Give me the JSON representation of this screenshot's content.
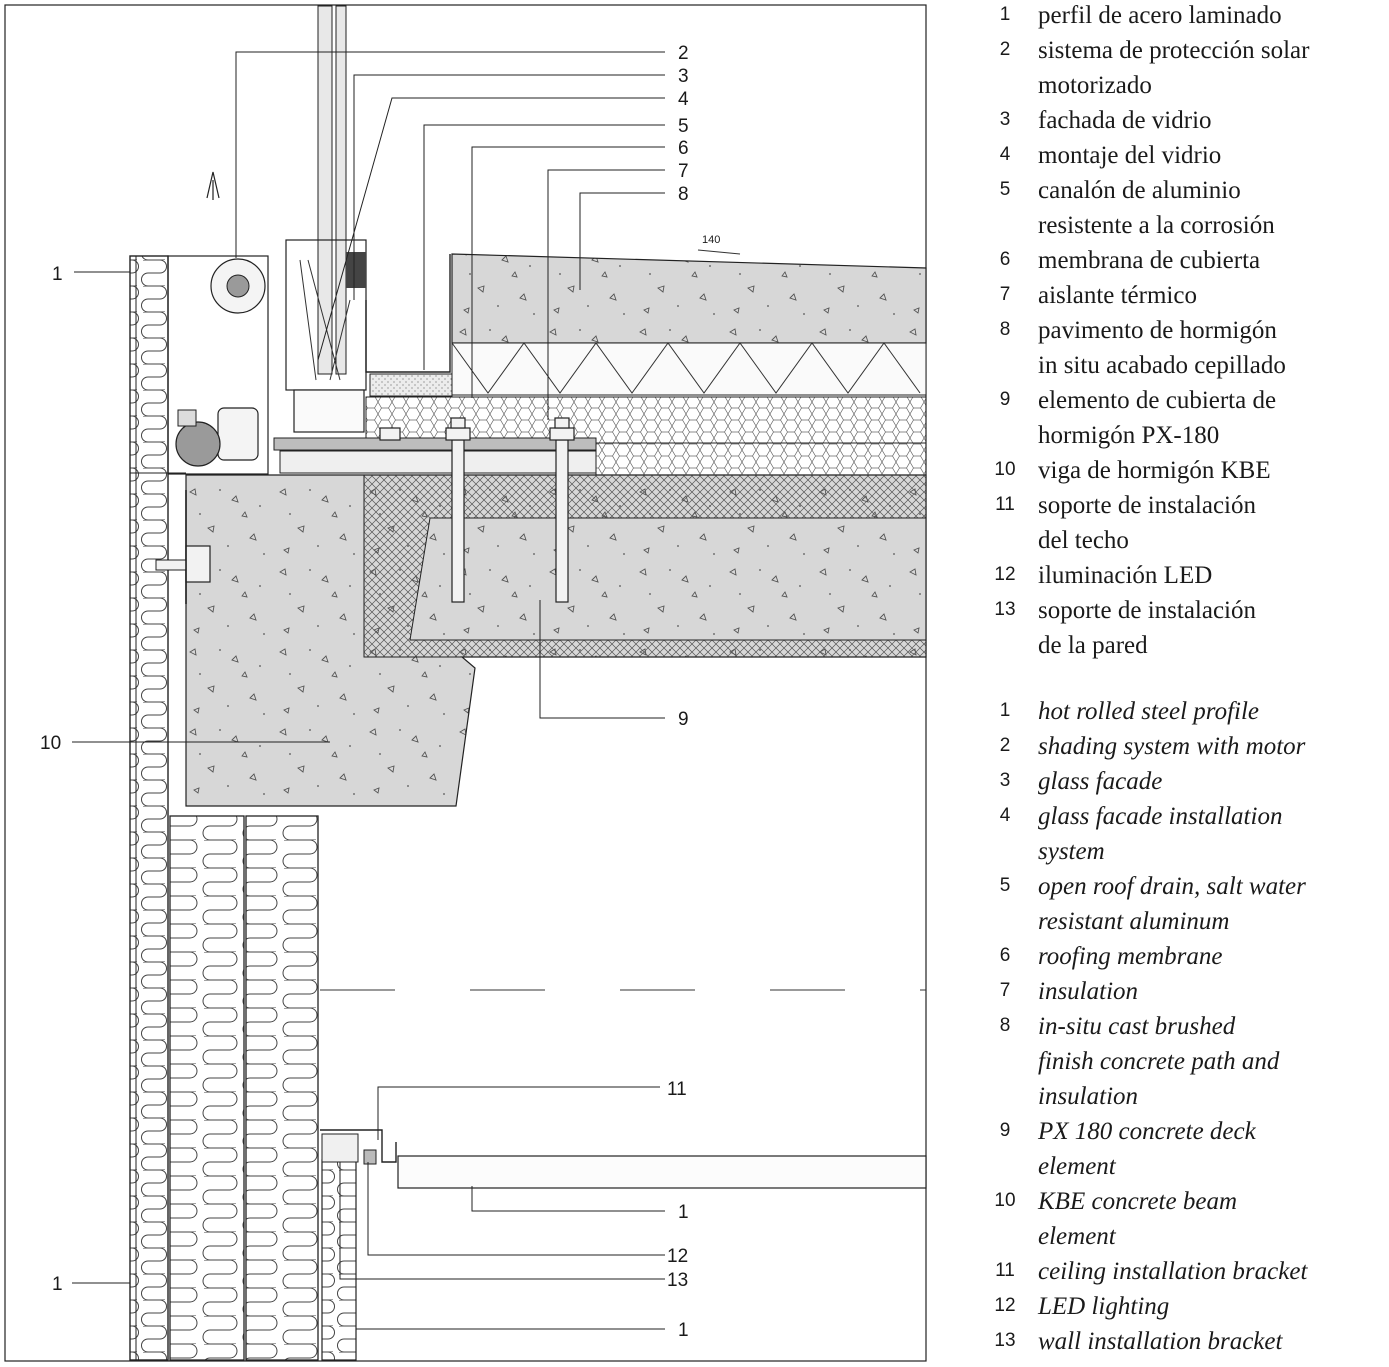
{
  "drawing": {
    "callouts": [
      "1",
      "2",
      "3",
      "4",
      "5",
      "6",
      "7",
      "8",
      "9",
      "10",
      "11",
      "12",
      "13"
    ],
    "labels": {
      "l1_top": "1",
      "l2": "2",
      "l3": "3",
      "l4": "4",
      "l5": "5",
      "l6": "6",
      "l7": "7",
      "l8": "8",
      "l9": "9",
      "l10": "10",
      "l11": "11",
      "l1_ceiling": "1",
      "l12": "12",
      "l13": "13",
      "l1_bottom_left": "1",
      "l1_bottom_right": "1"
    },
    "dimension": "140"
  },
  "legend": {
    "spanish": [
      {
        "num": "1",
        "text": "perfil de acero laminado"
      },
      {
        "num": "2",
        "text": "sistema de protección solar\nmotorizado"
      },
      {
        "num": "3",
        "text": "fachada de vidrio"
      },
      {
        "num": "4",
        "text": "montaje del vidrio"
      },
      {
        "num": "5",
        "text": "canalón de aluminio\nresistente a la corrosión"
      },
      {
        "num": "6",
        "text": "membrana de cubierta"
      },
      {
        "num": "7",
        "text": "aislante térmico"
      },
      {
        "num": "8",
        "text": "pavimento de hormigón\nin situ acabado cepillado"
      },
      {
        "num": "9",
        "text": "elemento de cubierta de\nhormigón PX-180"
      },
      {
        "num": "10",
        "text": "viga de hormigón KBE"
      },
      {
        "num": "11",
        "text": "soporte de instalación\ndel techo"
      },
      {
        "num": "12",
        "text": "iluminación LED"
      },
      {
        "num": "13",
        "text": "soporte de instalación\nde la pared"
      }
    ],
    "english": [
      {
        "num": "1",
        "text": "hot rolled steel profile"
      },
      {
        "num": "2",
        "text": "shading system with motor"
      },
      {
        "num": "3",
        "text": "glass facade"
      },
      {
        "num": "4",
        "text": "glass facade installation\nsystem"
      },
      {
        "num": "5",
        "text": "open roof drain, salt water\nresistant aluminum"
      },
      {
        "num": "6",
        "text": "roofing membrane"
      },
      {
        "num": "7",
        "text": "insulation"
      },
      {
        "num": "8",
        "text": "in-situ cast brushed\nfinish concrete path and\ninsulation"
      },
      {
        "num": "9",
        "text": "PX 180 concrete deck\nelement"
      },
      {
        "num": "10",
        "text": "KBE concrete beam\nelement"
      },
      {
        "num": "11",
        "text": "ceiling installation bracket"
      },
      {
        "num": "12",
        "text": "LED lighting"
      },
      {
        "num": "13",
        "text": "wall installation bracket"
      }
    ]
  }
}
